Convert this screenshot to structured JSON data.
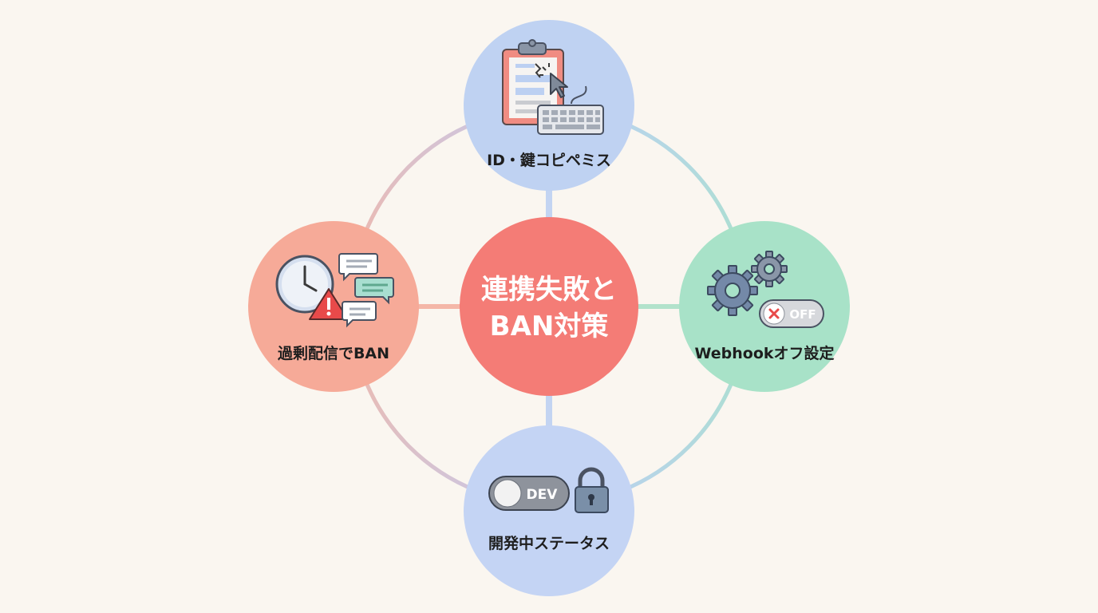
{
  "center": {
    "line1": "連携失敗と",
    "line2": "BAN対策"
  },
  "nodes": {
    "top": {
      "label": "ID・鍵コピペミス"
    },
    "right": {
      "label": "Webhookオフ設定",
      "toggle_text": "OFF"
    },
    "bottom": {
      "label": "開発中ステータス",
      "toggle_text": "DEV"
    },
    "left": {
      "label": "過剰配信でBAN"
    }
  },
  "colors": {
    "background": "#faf6f0",
    "center": "#f47c76",
    "top": "#bfd2f2",
    "right": "#a8e2c8",
    "bottom": "#c4d4f4",
    "left": "#f6aa98"
  }
}
